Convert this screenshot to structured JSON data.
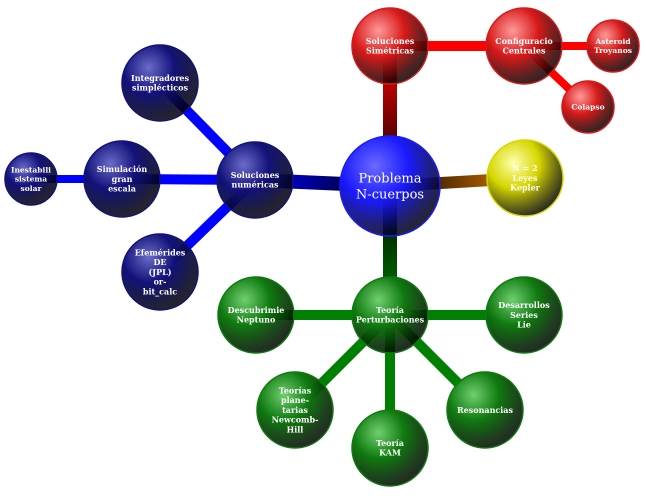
{
  "nodes": {
    "center": {
      "lines": [
        "Problema",
        "N-cuerpos"
      ],
      "color": "blue"
    },
    "kepler": {
      "lines": [
        "N = 2",
        "Leyes",
        "Kepler"
      ],
      "color": "yellow"
    },
    "simetricas": {
      "lines": [
        "Soluciones",
        "Simétricas"
      ],
      "color": "red"
    },
    "configuraciones": {
      "lines": [
        "Configuracio",
        "Centrales"
      ],
      "color": "red"
    },
    "asteroides": {
      "lines": [
        "Asteroid",
        "Troyanos"
      ],
      "color": "red"
    },
    "colapso": {
      "lines": [
        "Colapso"
      ],
      "color": "red"
    },
    "numericas": {
      "lines": [
        "Soluciones",
        "numéricas"
      ],
      "color": "navy"
    },
    "integradores": {
      "lines": [
        "Integradores",
        "simplécticos"
      ],
      "color": "navy"
    },
    "simulacion": {
      "lines": [
        "Simulación",
        "gran",
        "escala"
      ],
      "color": "navy"
    },
    "inestabilidad": {
      "lines": [
        "Inestabili",
        "sistema",
        "solar"
      ],
      "color": "navy"
    },
    "efemerides": {
      "lines": [
        "Efemérides",
        "DE",
        "(JPL)",
        "or-",
        "bit_calc"
      ],
      "color": "navy"
    },
    "perturbaciones": {
      "lines": [
        "Teoría",
        "Perturbaciones"
      ],
      "color": "green"
    },
    "neptuno": {
      "lines": [
        "Descubrimie",
        "Neptuno"
      ],
      "color": "green"
    },
    "lie": {
      "lines": [
        "Desarrollos",
        "Series",
        "Lie"
      ],
      "color": "green"
    },
    "newcomb": {
      "lines": [
        "Teorías",
        "plane-",
        "tarias",
        "Newcomb-",
        "Hill"
      ],
      "color": "green"
    },
    "kam": {
      "lines": [
        "Teoría",
        "KAM"
      ],
      "color": "green"
    },
    "resonancias": {
      "lines": [
        "Resonancias"
      ],
      "color": "green"
    }
  },
  "colors": {
    "blue": "#1a1aff",
    "navy": "#12127a",
    "red": "#d81a1a",
    "green": "#0f7a0f",
    "yellow": "#d6d600",
    "orange": "#e07a00",
    "connector_blue": "#0000ff",
    "connector_red": "#ff0000",
    "connector_green": "#008000"
  }
}
